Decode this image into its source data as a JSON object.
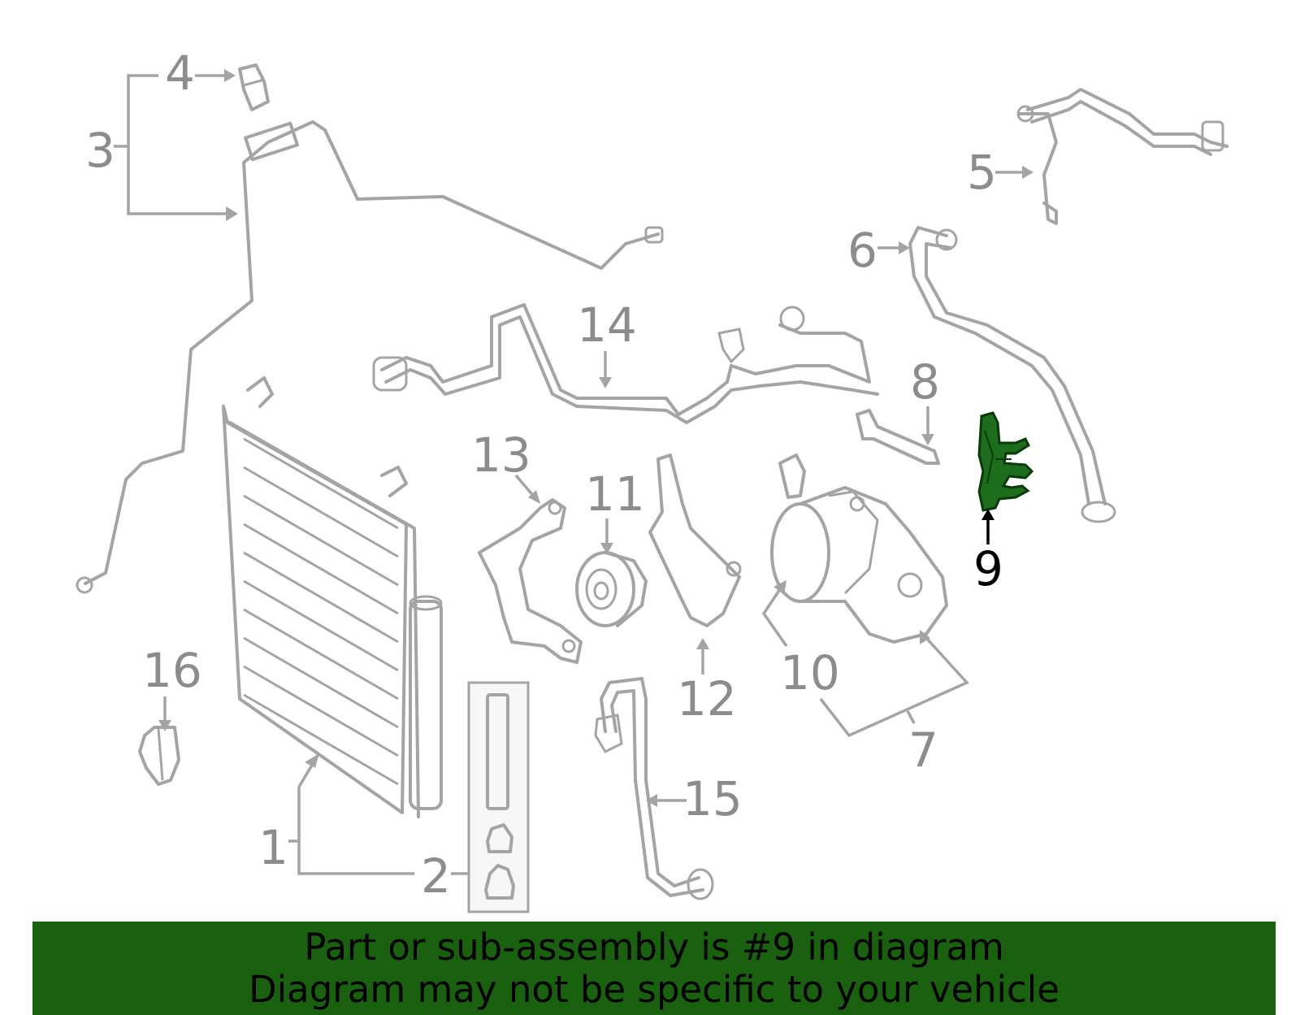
{
  "callouts": [
    {
      "id": "1",
      "label": "1"
    },
    {
      "id": "2",
      "label": "2"
    },
    {
      "id": "3",
      "label": "3"
    },
    {
      "id": "4",
      "label": "4"
    },
    {
      "id": "5",
      "label": "5"
    },
    {
      "id": "6",
      "label": "6"
    },
    {
      "id": "7",
      "label": "7"
    },
    {
      "id": "8",
      "label": "8"
    },
    {
      "id": "9",
      "label": "9"
    },
    {
      "id": "10",
      "label": "10"
    },
    {
      "id": "11",
      "label": "11"
    },
    {
      "id": "12",
      "label": "12"
    },
    {
      "id": "13",
      "label": "13"
    },
    {
      "id": "14",
      "label": "14"
    },
    {
      "id": "15",
      "label": "15"
    },
    {
      "id": "16",
      "label": "16"
    }
  ],
  "highlighted_part": "9",
  "colors": {
    "line_gray": "#a4a4a4",
    "label_gray": "#8c8c8c",
    "highlight_fill": "#1c6e1c",
    "banner_bg": "#1a610f"
  },
  "banner": {
    "line1": "Part or sub-assembly is #9 in diagram",
    "line2": "Diagram may not be specific to your vehicle"
  }
}
